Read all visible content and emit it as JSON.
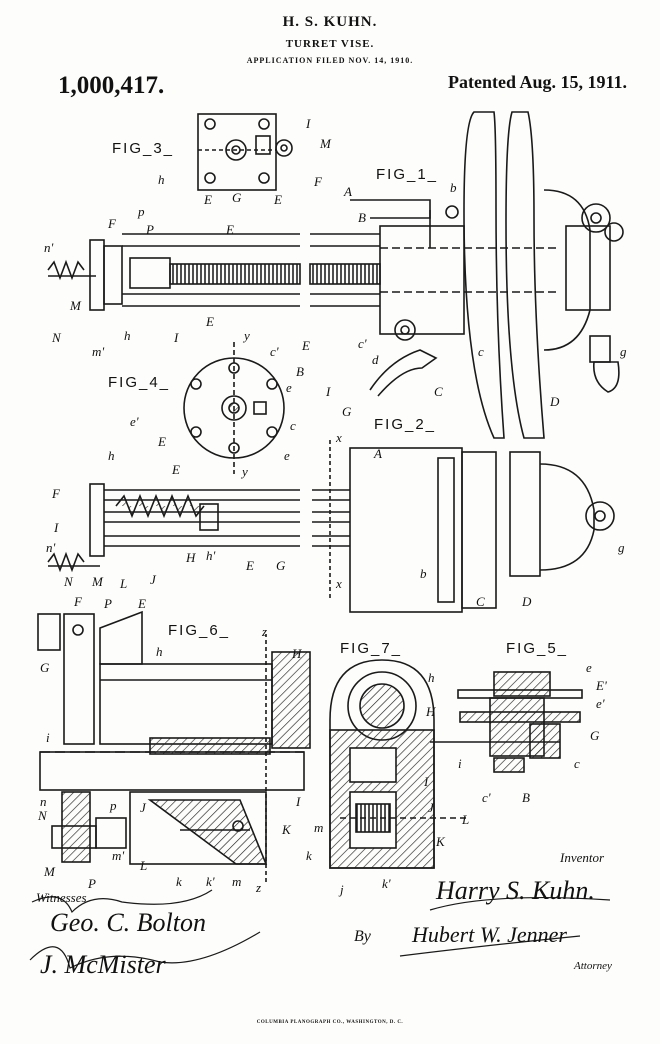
{
  "header": {
    "inventor_name": "H. S. KUHN.",
    "title": "TURRET VISE.",
    "filed": "APPLICATION FILED NOV. 14, 1910.",
    "patent_number": "1,000,417.",
    "patent_date": "Patented Aug. 15, 1911."
  },
  "figures": {
    "fig1": "FIG_1_",
    "fig2": "FIG_2_",
    "fig3": "FIG_3_",
    "fig4": "FIG_4_",
    "fig5": "FIG_5_",
    "fig6": "FIG_6_",
    "fig7": "FIG_7_"
  },
  "refs": {
    "fig3": [
      "I",
      "M",
      "h",
      "G",
      "F",
      "E",
      "E"
    ],
    "fig1": [
      "A",
      "b",
      "B",
      "E",
      "F",
      "P",
      "p",
      "n'",
      "N",
      "M",
      "m'",
      "h",
      "I",
      "E",
      "c'",
      "d",
      "c",
      "C",
      "D",
      "g"
    ],
    "fig4": [
      "y",
      "c'",
      "E",
      "B",
      "e",
      "I",
      "e'",
      "G",
      "c",
      "E",
      "e",
      "y"
    ],
    "fig2": [
      "x",
      "A",
      "h",
      "E",
      "F",
      "I",
      "n'",
      "N",
      "M",
      "L",
      "J",
      "H",
      "h'",
      "E",
      "G",
      "b",
      "C",
      "D",
      "g",
      "x"
    ],
    "fig6": [
      "z",
      "P",
      "E",
      "F",
      "G",
      "h",
      "H",
      "i",
      "I",
      "J",
      "p",
      "n",
      "N",
      "M",
      "P",
      "m'",
      "L",
      "k",
      "k'",
      "m",
      "K",
      "z"
    ],
    "fig7": [
      "h",
      "H",
      "I",
      "J",
      "L",
      "K",
      "m",
      "k",
      "j",
      "k'"
    ],
    "fig5": [
      "e",
      "E'",
      "e'",
      "G",
      "i",
      "c",
      "c'",
      "B"
    ]
  },
  "signatures": {
    "inventor_label": "Inventor",
    "inventor_name": "Harry S. Kuhn.",
    "witnesses_label": "Witnesses",
    "witness1": "Geo. C. Bolton",
    "witness2": "J. McMister",
    "by_label": "By",
    "attorney_name": "Hubert W. Jenner",
    "attorney_label": "Attorney"
  },
  "footer": {
    "printer": "COLUMBIA PLANOGRAPH CO., WASHINGTON, D. C."
  }
}
